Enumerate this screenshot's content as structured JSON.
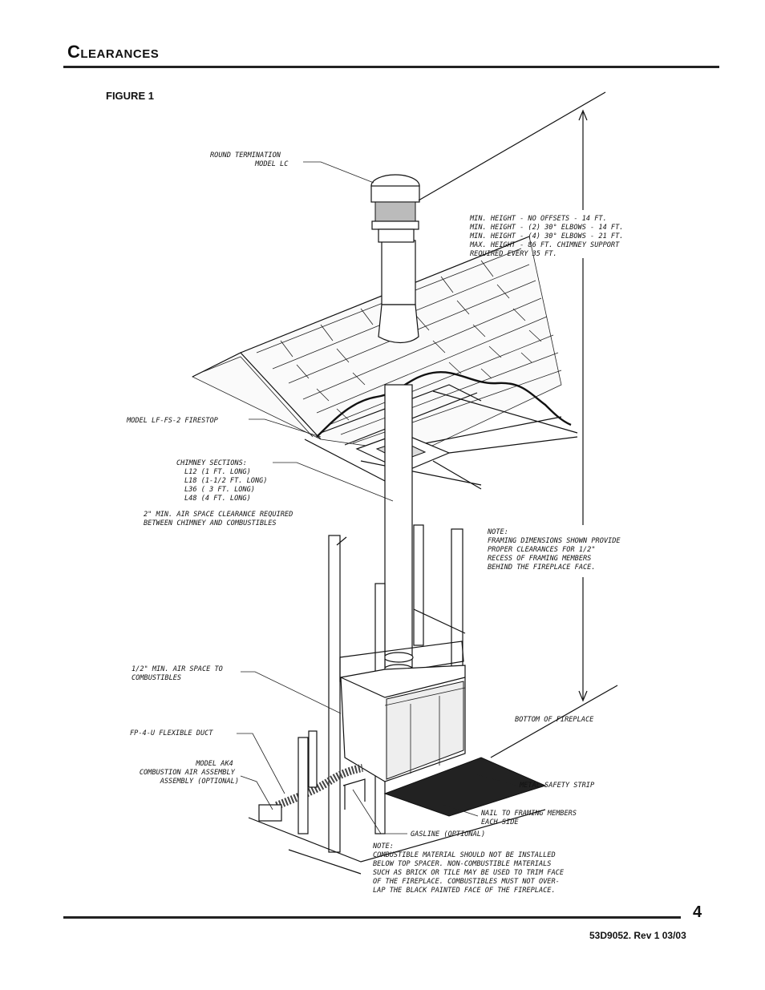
{
  "header": {
    "title": "Clearances"
  },
  "figure": {
    "label": "FIGURE 1",
    "callouts": {
      "termination": [
        "ROUND TERMINATION",
        "MODEL LC"
      ],
      "heights": [
        "MIN. HEIGHT - NO OFFSETS - 14 FT.",
        "MIN. HEIGHT - (2) 30° ELBOWS - 14 FT.",
        "MIN. HEIGHT - (4) 30° ELBOWS - 21 FT.",
        "MAX. HEIGHT - 86 FT. CHIMNEY SUPPORT",
        "REQUIRED EVERY 35 FT."
      ],
      "firestop": [
        "MODEL LF-FS-2 FIRESTOP"
      ],
      "chimney_sections": [
        "CHIMNEY SECTIONS:",
        "L12 (1 FT. LONG)",
        "L18 (1-1/2 FT. LONG)",
        "L36 ( 3 FT. LONG)",
        "L48 (4 FT. LONG)"
      ],
      "air_space_2in": [
        "2\" MIN. AIR SPACE CLEARANCE REQUIRED",
        "BETWEEN CHIMNEY AND COMBUSTIBLES"
      ],
      "framing_note": [
        "NOTE:",
        "FRAMING DIMENSIONS SHOWN PROVIDE",
        "PROPER CLEARANCES FOR 1/2\"",
        "RECESS OF FRAMING MEMBERS",
        "BEHIND THE FIREPLACE FACE."
      ],
      "air_space_half": [
        "1/2\" MIN. AIR SPACE TO",
        "COMBUSTIBLES"
      ],
      "bottom_fireplace": [
        "BOTTOM OF FIREPLACE"
      ],
      "flex_duct": [
        "FP-4-U FLEXIBLE DUCT"
      ],
      "ak4": [
        "MODEL AK4",
        "COMBUSTION AIR ASSEMBLY",
        "ASSEMBLY (OPTIONAL)"
      ],
      "safety_strip": [
        "METAL SAFETY STRIP"
      ],
      "nail": [
        "NAIL TO FRAMING MEMBERS",
        "EACH SIDE"
      ],
      "gasline": [
        "GASLINE (OPTIONAL)"
      ],
      "combustible_note": [
        "NOTE:",
        "COMBUSTIBLE MATERIAL SHOULD NOT BE INSTALLED",
        "BELOW TOP SPACER. NON-COMBUSTIBLE MATERIALS",
        "SUCH AS BRICK OR TILE MAY BE USED TO TRIM FACE",
        "OF THE FIREPLACE. COMBUSTIBLES MUST NOT OVER-",
        "LAP THE BLACK PAINTED FACE OF THE FIREPLACE."
      ]
    }
  },
  "footer": {
    "page_number": "4",
    "doc_id": "53D9052. Rev 1 03/03"
  }
}
